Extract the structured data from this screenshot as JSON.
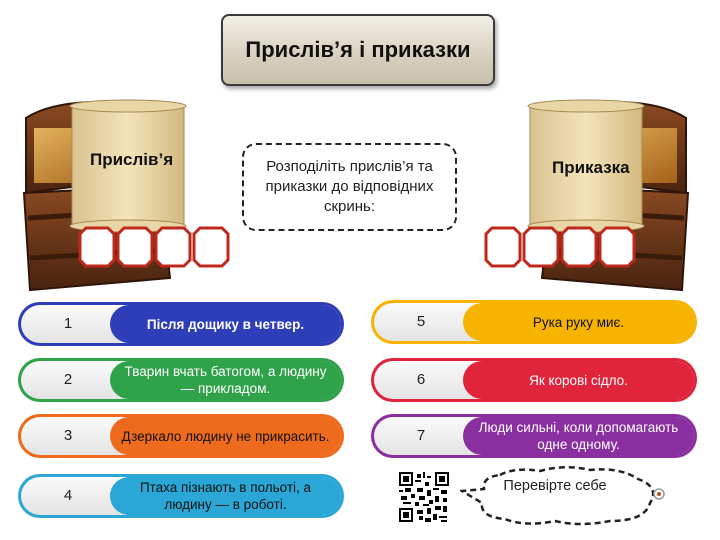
{
  "title": "Прислів’я і приказки",
  "instruction": "Розподіліть прислів’я та приказки до відповідних скринь:",
  "chests": [
    {
      "label": "Прислів’я",
      "slots": 4
    },
    {
      "label": "Приказка",
      "slots": 4
    }
  ],
  "cards": [
    {
      "num": "1",
      "text": "Після дощику в четвер.",
      "color": "#2e3db8",
      "text_color": "#ffffff"
    },
    {
      "num": "2",
      "text": "Тварин вчать батогом, а людину — прикладом.",
      "color": "#2fa24a",
      "text_color": "#ffffff"
    },
    {
      "num": "3",
      "text": "Дзеркало людину не прикрасить.",
      "color": "#ee6a1c",
      "text_color": "#111111"
    },
    {
      "num": "4",
      "text": "Птаха пізнають в польоті, а людину — в роботі.",
      "color": "#2aa7d6",
      "text_color": "#111111"
    },
    {
      "num": "5",
      "text": "Рука руку миє.",
      "color": "#f6b400",
      "text_color": "#111111"
    },
    {
      "num": "6",
      "text": "Як корові сідло.",
      "color": "#e0243c",
      "text_color": "#ffffff"
    },
    {
      "num": "7",
      "text": "Люди сильні, коли допомагають одне одному.",
      "color": "#8a2fa0",
      "text_color": "#ffffff"
    }
  ],
  "check": {
    "label": "Перевірте себе"
  },
  "icons": {
    "qr": "qr-code-icon",
    "target": "target-icon"
  }
}
